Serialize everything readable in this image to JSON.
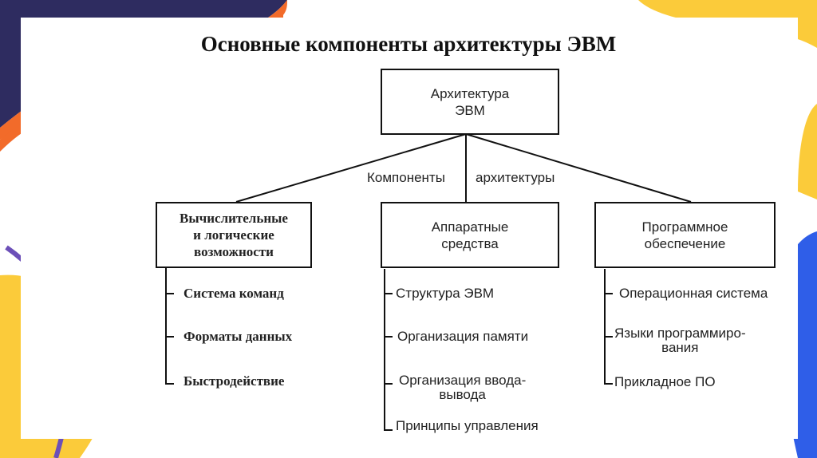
{
  "slide": {
    "title": "Основные компоненты архитектуры ЭВМ",
    "colors": {
      "orange": "#F26B2A",
      "navy": "#2E2C60",
      "yellow": "#FBCB3A",
      "blue": "#2F5EE8",
      "purple": "#6C4FB8"
    }
  },
  "root": {
    "label": "Архитектура\nЭВМ"
  },
  "connector": {
    "left": "Компоненты",
    "right": "архитектуры"
  },
  "categories": [
    {
      "label": "Вычислительные\nи логические\nвозможности",
      "items": [
        "Система команд",
        "Форматы данных",
        "Быстродействие"
      ]
    },
    {
      "label": "Аппаратные\nсредства",
      "items": [
        "Структура ЭВМ",
        "Организация памяти",
        "Организация ввода-\nвывода",
        "Принципы управления"
      ]
    },
    {
      "label": "Программное\nобеспечение",
      "items": [
        "Операционная система",
        "Языки программиро-\nвания",
        "Прикладное ПО"
      ]
    }
  ]
}
